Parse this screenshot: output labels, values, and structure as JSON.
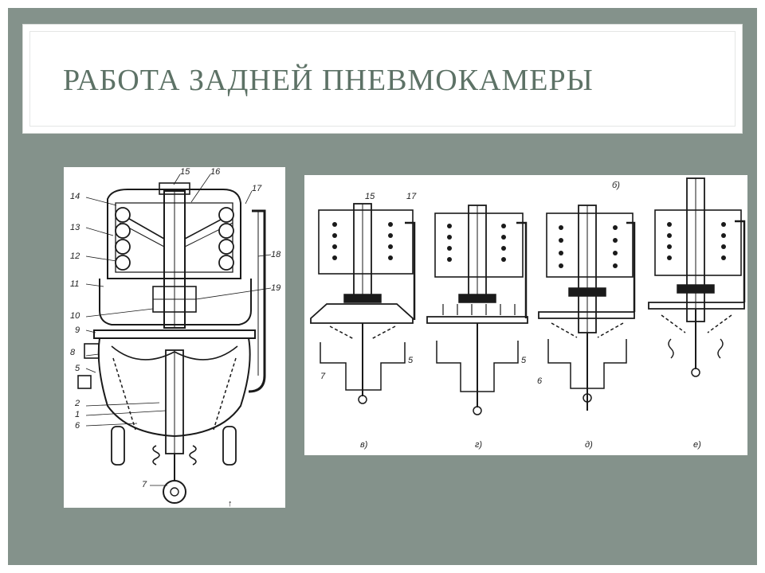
{
  "slide": {
    "title": "РАБОТА ЗАДНЕЙ ПНЕВМОКАМЕРЫ"
  },
  "colors": {
    "frame": "#84928b",
    "title_text": "#5d7266",
    "ink": "#1a1a1a"
  },
  "left_diagram": {
    "callouts_left": [
      "14",
      "13",
      "12",
      "11",
      "10",
      "9",
      "8",
      "5",
      "2",
      "1",
      "6",
      "7"
    ],
    "callouts_top": [
      "15",
      "16",
      "17"
    ],
    "callouts_right": [
      "18",
      "19"
    ],
    "corner_mark": "↑"
  },
  "right_diagram": {
    "top_mark": "б)",
    "panels": [
      {
        "caption": "в)",
        "labels": [
          "15",
          "17",
          "7",
          "5"
        ]
      },
      {
        "caption": "г)",
        "labels": [
          "5"
        ]
      },
      {
        "caption": "д)",
        "labels": [
          "6"
        ]
      },
      {
        "caption": "е)",
        "labels": []
      }
    ]
  }
}
